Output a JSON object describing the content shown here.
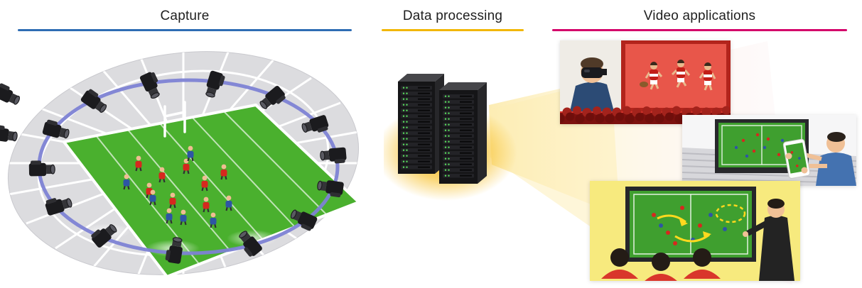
{
  "diagram": {
    "sections": [
      {
        "id": "capture",
        "label": "Capture",
        "accent_color": "#2e6db4"
      },
      {
        "id": "data-processing",
        "label": "Data processing",
        "accent_color": "#f2b705"
      },
      {
        "id": "video-applications",
        "label": "Video applications",
        "accent_color": "#d4006a"
      }
    ],
    "illustrations": [
      "stadium-camera-ring",
      "rugby-field",
      "server-racks",
      "projection-beam",
      "vr-cinema-scene",
      "stadium-smartphone-scene",
      "tactics-review-scene"
    ],
    "palette": {
      "field_green": "#3f9f2f",
      "camera_ring_purple": "#7d82d4",
      "server_glow_yellow": "#f6ae00",
      "team_red": "#d6281e",
      "team_blue": "#2e55a5",
      "crowd_dark_red": "#7c110e",
      "tactics_room_yellow": "#f7ea7e"
    }
  }
}
